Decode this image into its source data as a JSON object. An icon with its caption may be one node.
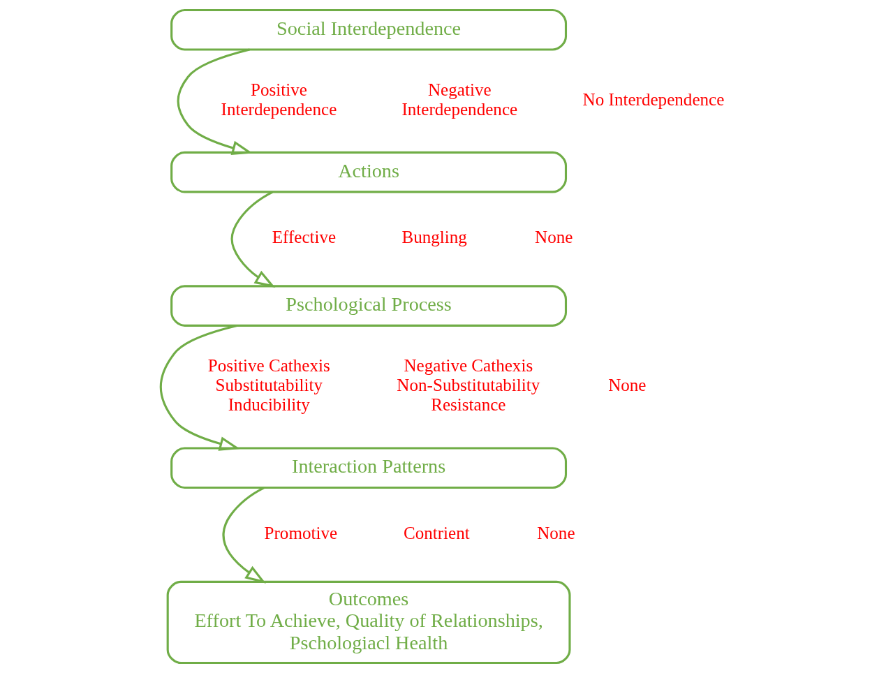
{
  "diagram": {
    "nodes": [
      {
        "text": [
          "Social Interdependence"
        ]
      },
      {
        "text": [
          "Actions"
        ]
      },
      {
        "text": [
          "Pschological Process"
        ]
      },
      {
        "text": [
          "Interaction Patterns"
        ]
      },
      {
        "text": [
          "Outcomes",
          "Effort To Achieve, Quality of Relationships, Pschologiacl Health"
        ]
      }
    ],
    "edges": [
      {
        "from": 0,
        "to": 1,
        "arrow": "to"
      },
      {
        "from": 1,
        "to": 2,
        "arrow": "to"
      },
      {
        "from": 2,
        "to": 3,
        "arrow": "to"
      },
      {
        "from": 3,
        "to": 4,
        "arrow": "to"
      }
    ],
    "labels": [
      "Positive Interdependence",
      "Negative Interdependence",
      "No Interdependence",
      "Effective",
      "Bungling",
      "None",
      "Positive Cathexis Substitutability Inducibility",
      "Negative Cathexis Non-Substitutability Resistance",
      "None",
      "Promotive",
      "Contrient",
      "None"
    ]
  }
}
